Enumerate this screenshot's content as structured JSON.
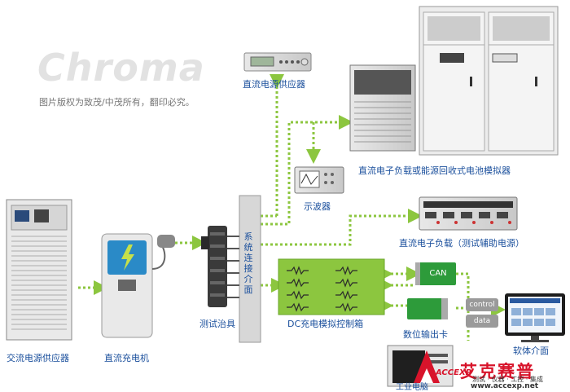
{
  "branding": {
    "logo_text": "Chroma",
    "copyright": "图片版权为致茂/中茂所有，翻印必究。"
  },
  "labels": {
    "dc_power_supply": "直流电源供应器",
    "dc_load_battery_sim": "直流电子负载或能源回收式电池模拟器",
    "oscilloscope": "示波器",
    "dc_load_aux": "直流电子负载（测试辅助电源）",
    "system_interface": "系统连接介面",
    "ac_power_supply": "交流电源供应器",
    "dc_charger": "直流充电机",
    "test_fixture": "测试治具",
    "dc_charging_sim_box": "DC充电模拟控制箱",
    "digital_output_card": "数位输出卡",
    "software_interface": "软体介面",
    "industrial_pc": "工业电脑",
    "can": "CAN",
    "control": "control",
    "data": "data"
  },
  "watermark": {
    "brand_cn": "艾克赛普",
    "brand_en": "ACCEXP",
    "tagline": "测试 · 仪器 · 工控 · 集成",
    "url": "www.accexp.net"
  },
  "colors": {
    "label_blue": "#1a4f9c",
    "arrow_green": "#8cc63f",
    "box_green": "#8cc63f",
    "watermark_red": "#d8142b"
  }
}
